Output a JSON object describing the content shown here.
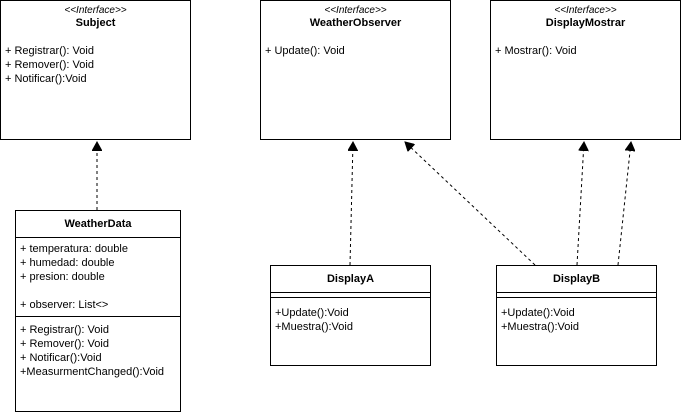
{
  "subject": {
    "stereotype": "<<Interface>>",
    "name": "Subject",
    "methods": [
      "+ Registrar(): Void",
      "+ Remover(): Void",
      "+ Notificar():Void"
    ]
  },
  "weather_observer": {
    "stereotype": "<<Interface>>",
    "name": "WeatherObserver",
    "methods": [
      "+ Update(): Void"
    ]
  },
  "display_mostrar": {
    "stereotype": "<<Interface>>",
    "name": "DisplayMostrar",
    "methods": [
      "+ Mostrar(): Void"
    ]
  },
  "weather_data": {
    "name": "WeatherData",
    "attributes": [
      "+ temperatura: double",
      "+ humedad: double",
      "+ presion: double",
      "",
      "+ observer: List<>"
    ],
    "methods": [
      "+ Registrar(): Void",
      "+ Remover(): Void",
      "+ Notificar():Void",
      "+MeasurmentChanged():Void"
    ]
  },
  "display_a": {
    "name": "DisplayA",
    "methods": [
      "+Update():Void",
      "+Muestra():Void"
    ]
  },
  "display_b": {
    "name": "DisplayB",
    "methods": [
      "+Update():Void",
      "+Muestra():Void"
    ]
  }
}
